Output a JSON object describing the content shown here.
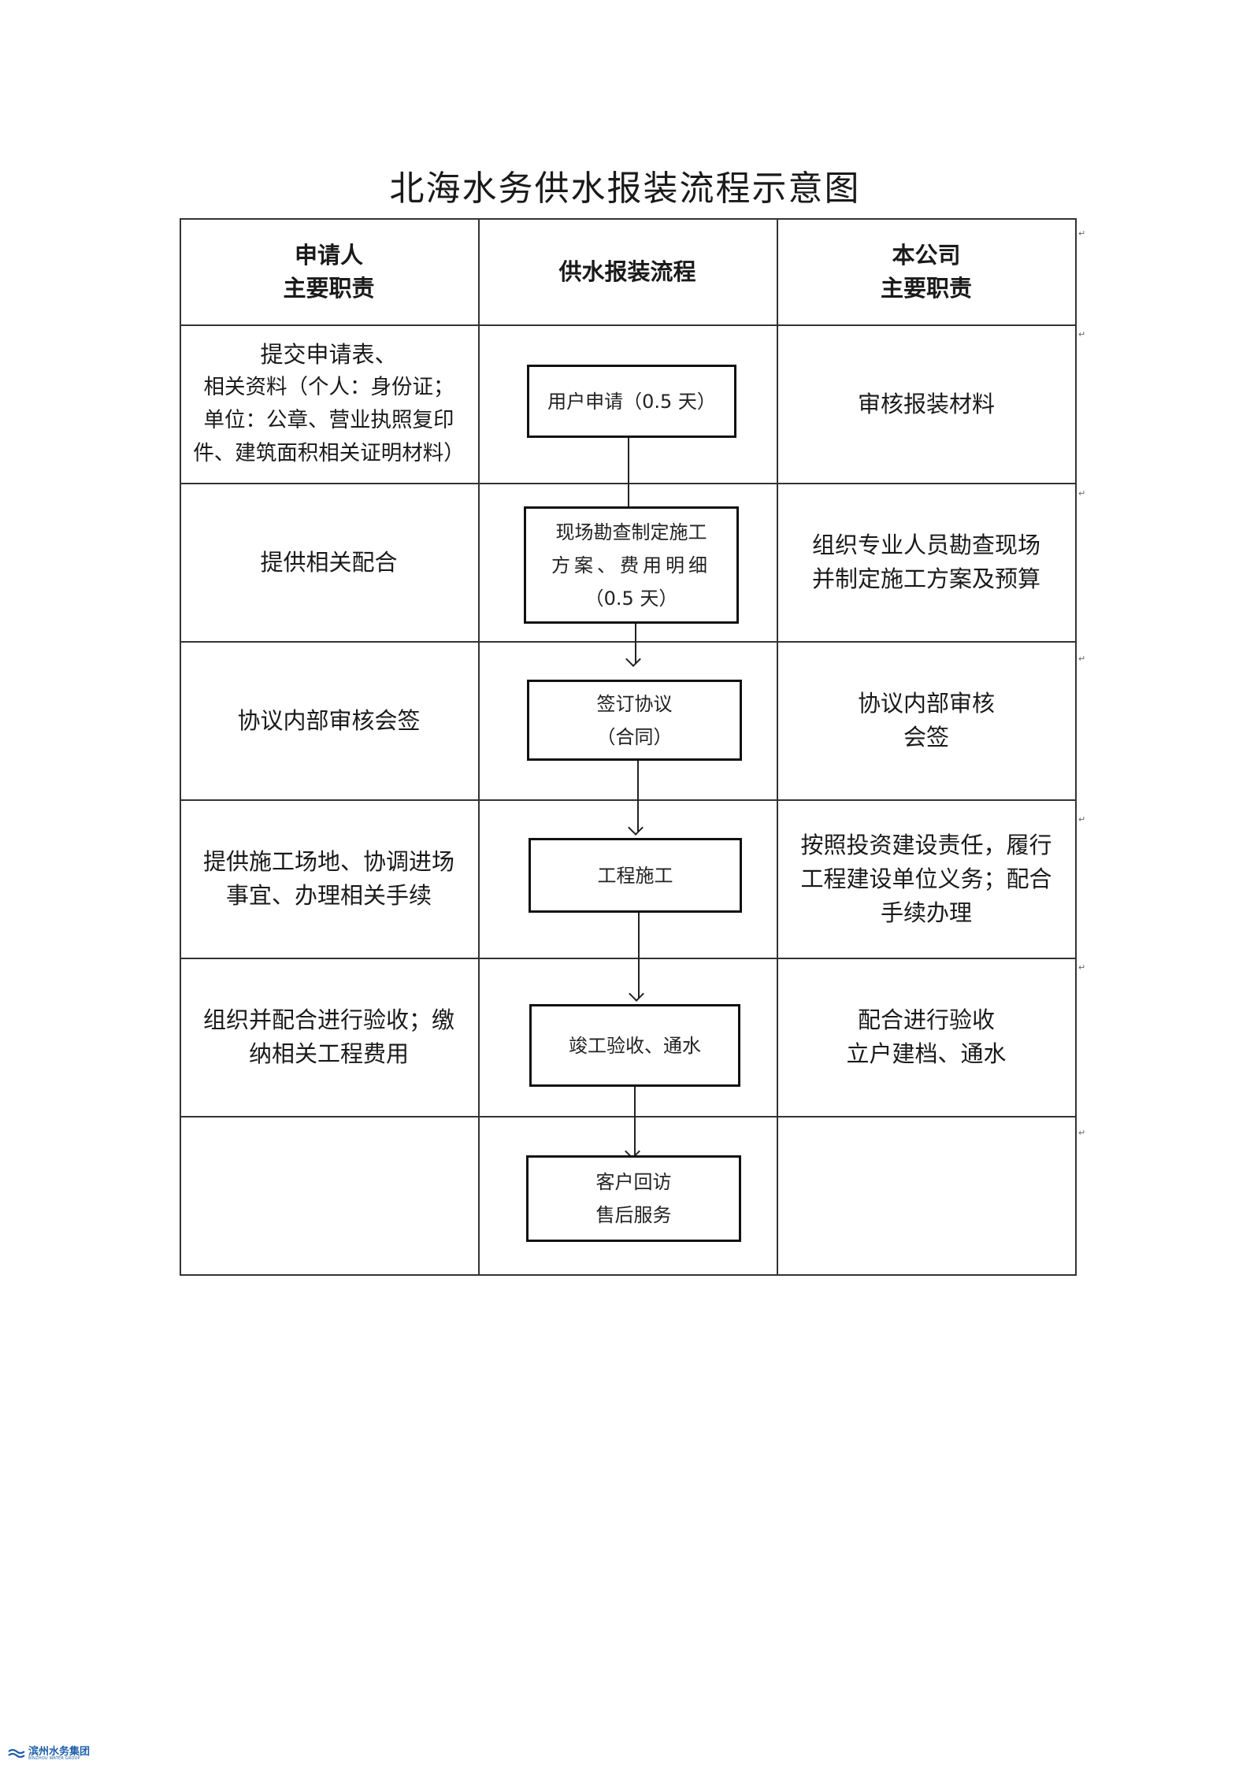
{
  "title": "北海水务供水报装流程示意图",
  "headers": {
    "applicant": [
      "申请人",
      "主要职责"
    ],
    "process": "供水报装流程",
    "company": [
      "本公司",
      "主要职责"
    ]
  },
  "rows": [
    {
      "applicant": [
        "提交申请表、",
        "相关资料（个人：身份证；",
        "单位：公章、营业执照复印",
        "件、建筑面积相关证明材料）"
      ],
      "step": [
        "用户申请（0.5 天）"
      ],
      "company": [
        "审核报装材料"
      ]
    },
    {
      "applicant": [
        "提供相关配合"
      ],
      "step": [
        "现场勘查制定施工",
        "方案、费用明细",
        "（0.5 天）"
      ],
      "company": [
        "组织专业人员勘查现场",
        "并制定施工方案及预算"
      ]
    },
    {
      "applicant": [
        "协议内部审核会签"
      ],
      "step": [
        "签订协议",
        "（合同）"
      ],
      "company": [
        "协议内部审核",
        "会签"
      ]
    },
    {
      "applicant": [
        "提供施工场地、协调进场",
        "事宜、办理相关手续"
      ],
      "step": [
        "工程施工"
      ],
      "company": [
        "按照投资建设责任，履行",
        "工程建设单位义务；配合",
        "手续办理"
      ]
    },
    {
      "applicant": [
        "组织并配合进行验收；缴",
        "纳相关工程费用"
      ],
      "step": [
        "竣工验收、通水"
      ],
      "company": [
        "配合进行验收",
        "立户建档、通水"
      ]
    },
    {
      "applicant": [],
      "step": [
        "客户回访",
        "售后服务"
      ],
      "company": []
    }
  ],
  "logo": {
    "name": "滨州水务集团",
    "subtitle": "BINZHOU WATER GROUP",
    "color": "#1d5fa8"
  }
}
